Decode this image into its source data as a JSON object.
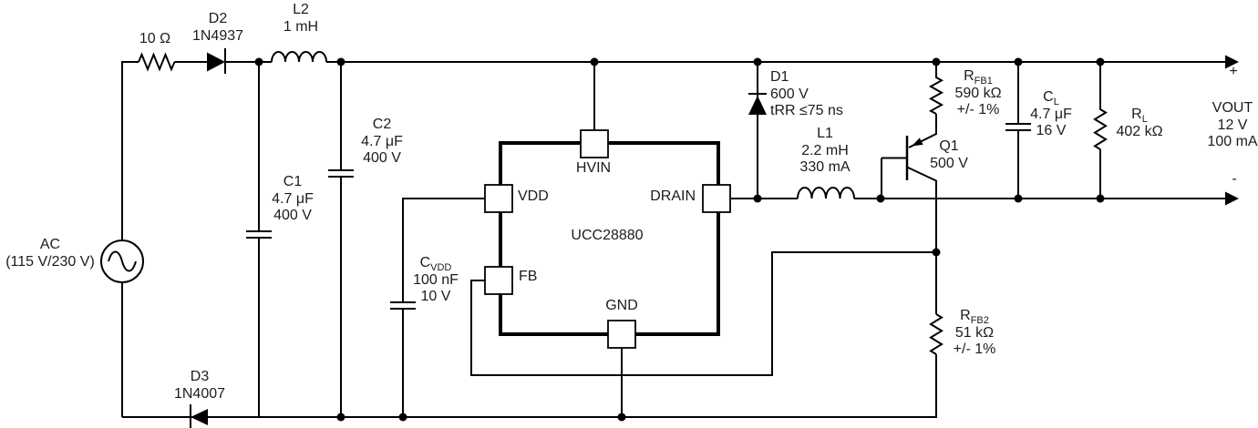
{
  "ac_source": {
    "ref": "AC",
    "rating": "(115 V/230 V)"
  },
  "input_stage": {
    "r_in": {
      "value": "10 Ω"
    },
    "d2": {
      "ref": "D2",
      "part": "1N4937"
    },
    "l2": {
      "ref": "L2",
      "value": "1 mH"
    },
    "c1": {
      "ref": "C1",
      "value": "4.7 μF",
      "rating": "400 V"
    },
    "c2": {
      "ref": "C2",
      "value": "4.7 μF",
      "rating": "400 V"
    },
    "d3": {
      "ref": "D3",
      "part": "1N4007"
    }
  },
  "ic": {
    "part": "UCC28880",
    "pins": {
      "hvin": "HVIN",
      "vdd": "VDD",
      "fb": "FB",
      "drain": "DRAIN",
      "gnd": "GND"
    }
  },
  "cvdd": {
    "ref_main": "C",
    "ref_sub": "VDD",
    "value": "100 nF",
    "rating": "10 V"
  },
  "power_stage": {
    "d1": {
      "ref": "D1",
      "rating": "600 V",
      "recovery": "tRR ≤75 ns"
    },
    "l1": {
      "ref": "L1",
      "value": "2.2 mH",
      "rating": "330 mA"
    },
    "q1": {
      "ref": "Q1",
      "rating": "500 V"
    }
  },
  "feedback": {
    "rfb1": {
      "ref_main": "R",
      "ref_sub": "FB1",
      "value": "590 kΩ",
      "tolerance": "+/- 1%"
    },
    "rfb2": {
      "ref_main": "R",
      "ref_sub": "FB2",
      "value": "51 kΩ",
      "tolerance": "+/- 1%"
    }
  },
  "output": {
    "cl": {
      "ref_main": "C",
      "ref_sub": "L",
      "value": "4.7 μF",
      "rating": "16 V"
    },
    "rl": {
      "ref_main": "R",
      "ref_sub": "L",
      "value": "402 kΩ"
    },
    "plus": "+",
    "minus": "-",
    "vout": {
      "label": "VOUT",
      "voltage": "12 V",
      "current": "100 mA"
    }
  }
}
